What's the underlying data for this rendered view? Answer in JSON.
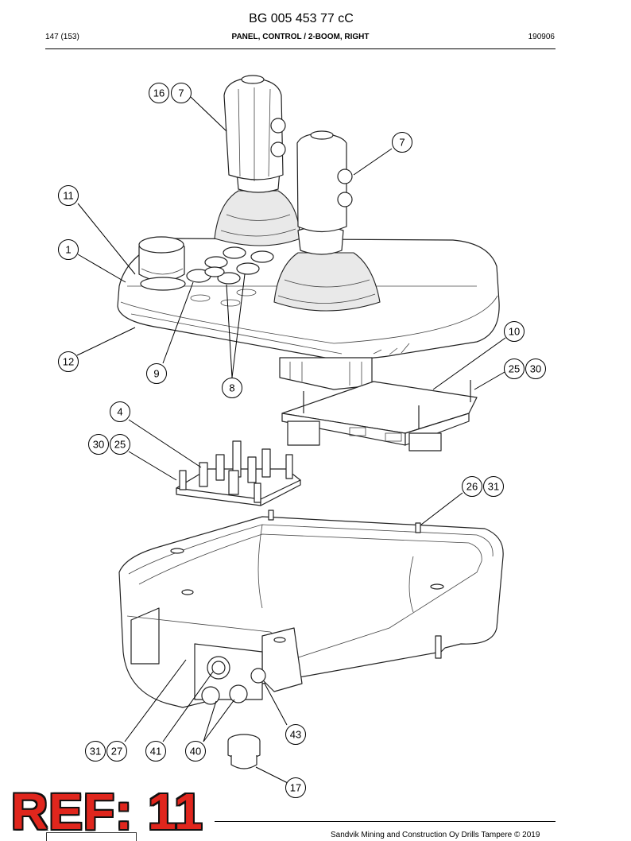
{
  "document": {
    "title": "BG 005 453 77 cC",
    "page": "147 (153)",
    "section": "PANEL, CONTROL / 2-BOOM, RIGHT",
    "date_code": "190906",
    "footer": "Sandvik Mining and Construction Oy Drills Tampere © 2019"
  },
  "ref_label": "REF: 11",
  "callouts": [
    {
      "id": "c16",
      "label": "16"
    },
    {
      "id": "c7a",
      "label": "7"
    },
    {
      "id": "c7b",
      "label": "7"
    },
    {
      "id": "c11",
      "label": "11"
    },
    {
      "id": "c1",
      "label": "1"
    },
    {
      "id": "c12",
      "label": "12"
    },
    {
      "id": "c9",
      "label": "9"
    },
    {
      "id": "c8",
      "label": "8"
    },
    {
      "id": "c10",
      "label": "10"
    },
    {
      "id": "c25a",
      "label": "25"
    },
    {
      "id": "c30a",
      "label": "30"
    },
    {
      "id": "c4",
      "label": "4"
    },
    {
      "id": "c30b",
      "label": "30"
    },
    {
      "id": "c25b",
      "label": "25"
    },
    {
      "id": "c26",
      "label": "26"
    },
    {
      "id": "c31a",
      "label": "31"
    },
    {
      "id": "c43",
      "label": "43"
    },
    {
      "id": "c31b",
      "label": "31"
    },
    {
      "id": "c27",
      "label": "27"
    },
    {
      "id": "c41",
      "label": "41"
    },
    {
      "id": "c40",
      "label": "40"
    },
    {
      "id": "c17",
      "label": "17"
    }
  ],
  "colors": {
    "ref_label": "#e0261d",
    "line": "#000000",
    "background": "#ffffff"
  }
}
